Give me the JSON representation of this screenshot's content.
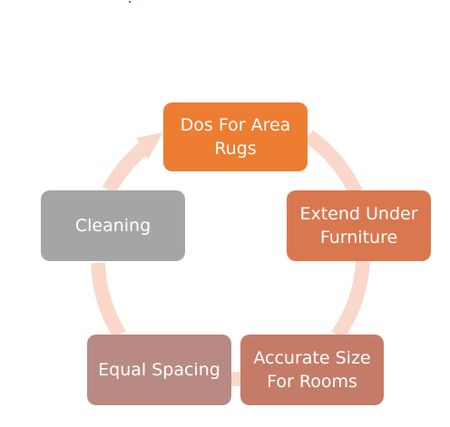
{
  "diagram": {
    "nodes": [
      {
        "label": "Dos For Area Rugs",
        "color": "#ED7D31"
      },
      {
        "label": "Extend Under Furniture",
        "color": "#D9774F"
      },
      {
        "label": "Accurate Size For Rooms",
        "color": "#C47C68"
      },
      {
        "label": "Equal Spacing",
        "color": "#B88A83"
      },
      {
        "label": "Cleaning",
        "color": "#A5A5A5"
      }
    ],
    "ring_color": "#F9D8CB"
  }
}
